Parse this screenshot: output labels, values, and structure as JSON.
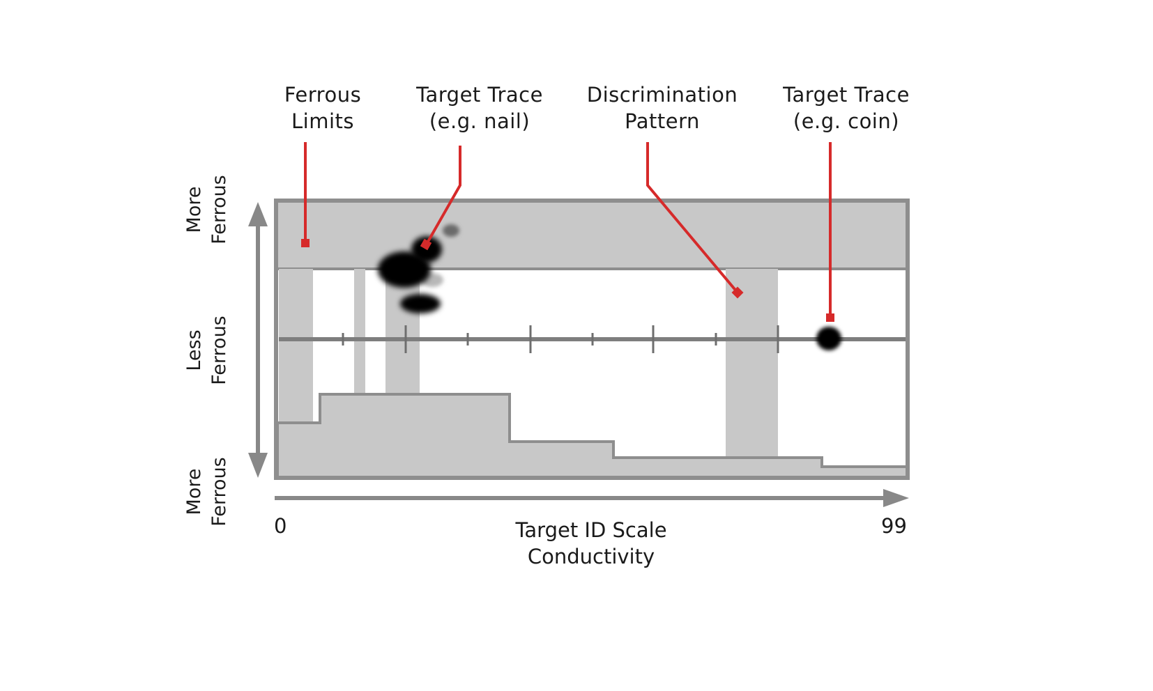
{
  "callouts": [
    {
      "line1": "Ferrous",
      "line2": "Limits"
    },
    {
      "line1": "Target Trace",
      "line2": "(e.g. nail)"
    },
    {
      "line1": "Discrimination",
      "line2": "Pattern"
    },
    {
      "line1": "Target Trace",
      "line2": "(e.g. coin)"
    }
  ],
  "y_axis_labels": [
    {
      "line1": "More",
      "line2": "Ferrous"
    },
    {
      "line1": "Less",
      "line2": "Ferrous"
    },
    {
      "line1": "More",
      "line2": "Ferrous"
    }
  ],
  "x_axis": {
    "min_label": "0",
    "max_label": "99",
    "title_line1": "Target ID Scale",
    "title_line2": "Conductivity"
  },
  "colors": {
    "callout_line": "#d62a2a",
    "frame": "#8e8e8e",
    "pattern_fill": "#c8c8c8",
    "trace": "#000000",
    "axis_arrow": "#888888"
  }
}
